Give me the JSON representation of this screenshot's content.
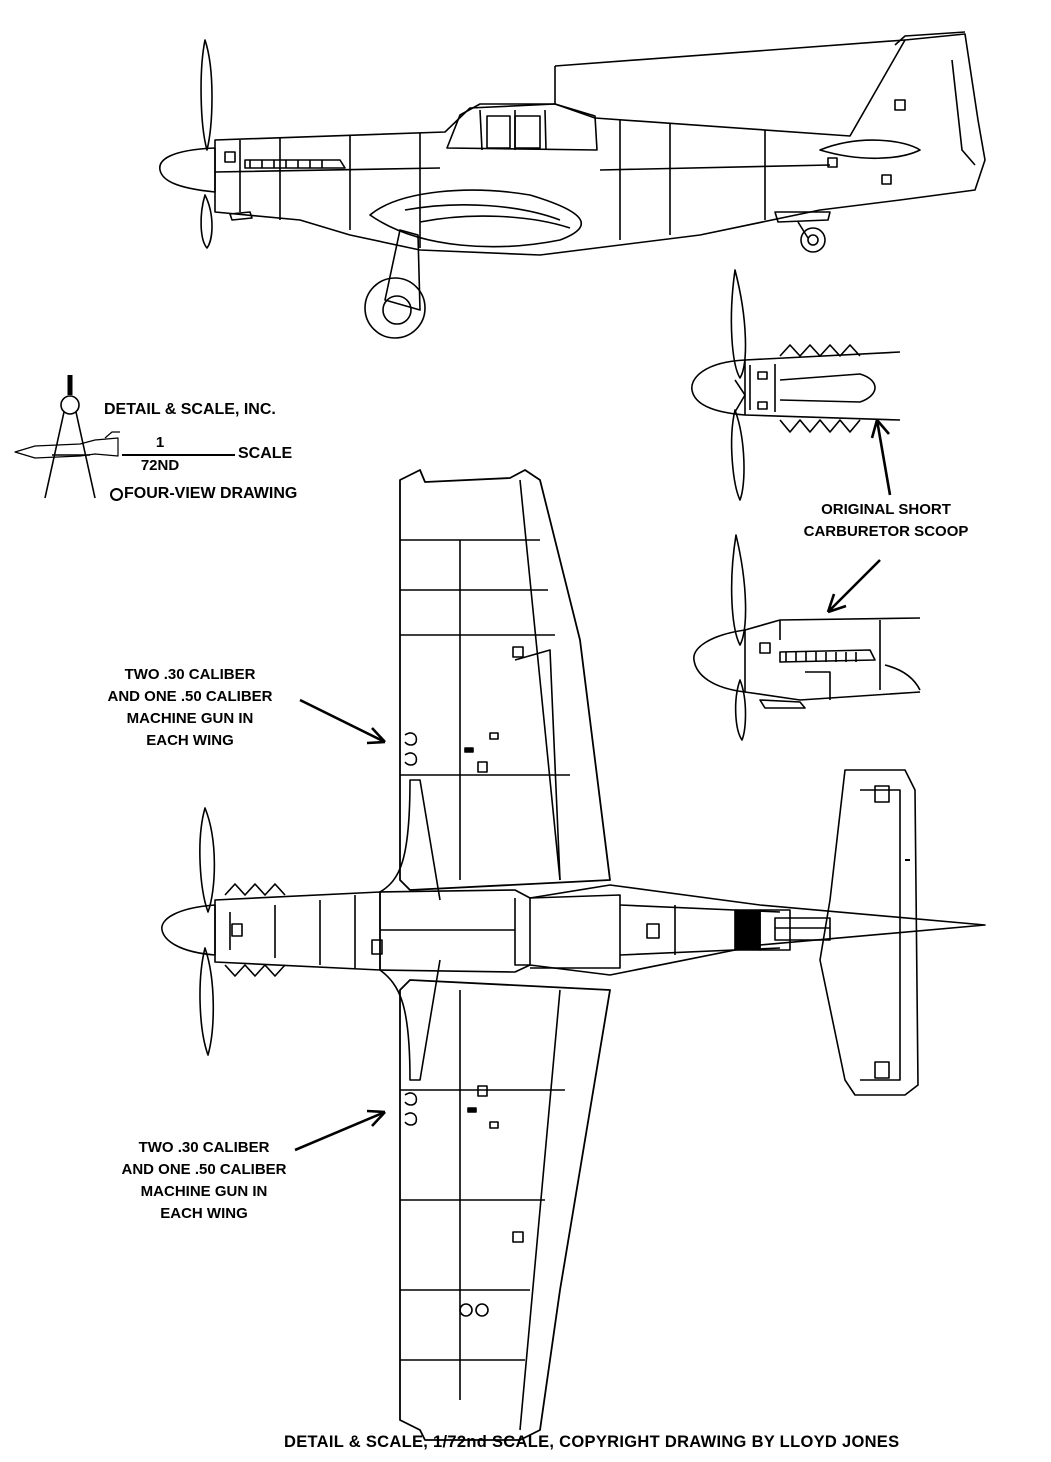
{
  "logo": {
    "company": "DETAIL & SCALE, INC.",
    "scale_numerator": "1",
    "scale_denominator": "72ND",
    "scale_word": "SCALE",
    "view_type": "FOUR-VIEW DRAWING"
  },
  "callouts": {
    "wing_guns_upper": [
      "TWO .30 CALIBER",
      "AND ONE .50 CALIBER",
      "MACHINE GUN IN",
      "EACH WING"
    ],
    "wing_guns_lower": [
      "TWO .30 CALIBER",
      "AND ONE .50 CALIBER",
      "MACHINE GUN IN",
      "EACH WING"
    ],
    "carb_scoop": [
      "ORIGINAL SHORT",
      "CARBURETOR SCOOP"
    ]
  },
  "footer": {
    "credit": "DETAIL & SCALE, 1/72nd SCALE, COPYRIGHT DRAWING BY LLOYD JONES"
  }
}
